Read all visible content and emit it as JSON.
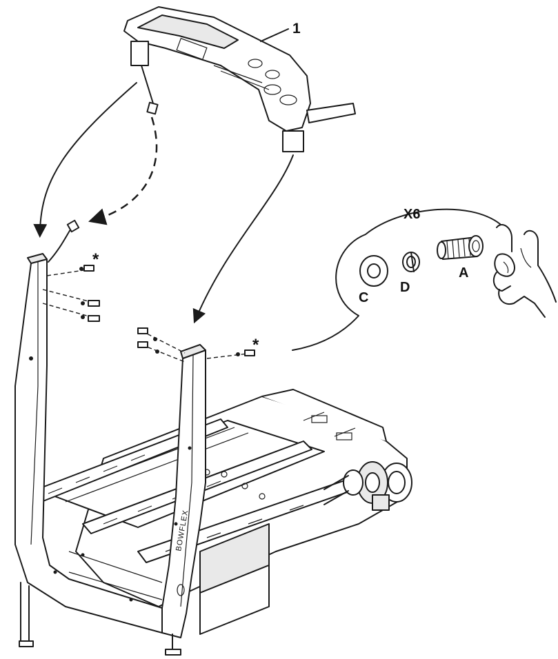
{
  "labels": {
    "part_number": "1",
    "quantity": "X6",
    "part_a": "A",
    "part_c": "C",
    "part_d": "D",
    "asterisk_left": "*",
    "asterisk_right": "*"
  },
  "brand_text": "BOWFLEX",
  "colors": {
    "line": "#1a1a1a",
    "background": "#ffffff",
    "shade": "#e9e9e9"
  }
}
